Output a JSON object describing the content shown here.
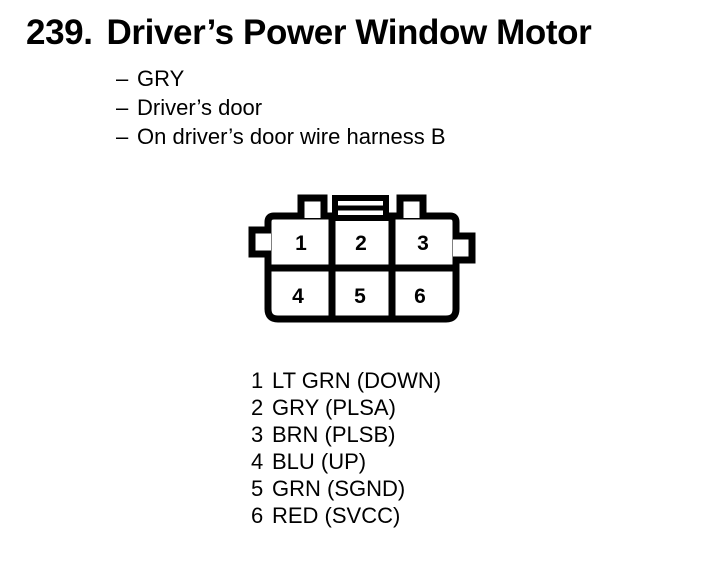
{
  "title": {
    "number": "239.",
    "text": "Driver’s Power Window Motor"
  },
  "bullets": [
    {
      "dash": "–",
      "text": "GRY"
    },
    {
      "dash": "–",
      "text": "Driver’s door"
    },
    {
      "dash": "–",
      "text": "On driver’s door wire harness B"
    }
  ],
  "connector": {
    "name": "6-pin connector",
    "rows": [
      {
        "cells": [
          "1",
          "2",
          "3"
        ]
      },
      {
        "cells": [
          "4",
          "5",
          "6"
        ]
      }
    ],
    "pin_labels": [
      "1",
      "2",
      "3",
      "4",
      "5",
      "6"
    ],
    "outline_color": "#000000",
    "fill_color": "#ffffff"
  },
  "legend": [
    {
      "pin": "1",
      "text": "LT GRN (DOWN)"
    },
    {
      "pin": "2",
      "text": "GRY (PLSA)"
    },
    {
      "pin": "3",
      "text": "BRN (PLSB)"
    },
    {
      "pin": "4",
      "text": "BLU (UP)"
    },
    {
      "pin": "5",
      "text": "GRN (SGND)"
    },
    {
      "pin": "6",
      "text": "RED (SVCC)"
    }
  ]
}
